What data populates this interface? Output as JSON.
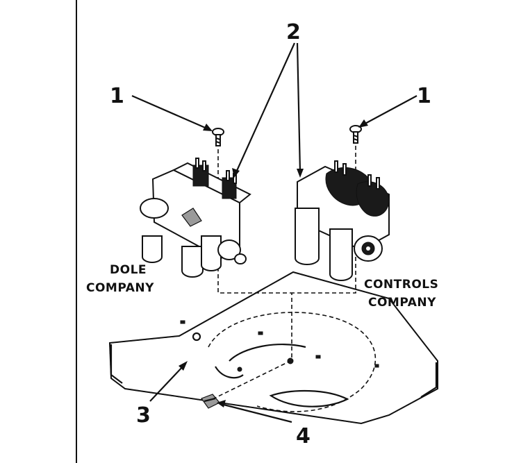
{
  "callouts": {
    "screw_left": "1",
    "screw_right": "1",
    "valves": "2",
    "bracket": "3",
    "clip": "4"
  },
  "vendors": {
    "left_line1": "DOLE",
    "left_line2": "COMPANY",
    "right_line1": "CONTROLS",
    "right_line2": "COMPANY"
  },
  "colors": {
    "ink": "#111111",
    "background": "#ffffff"
  }
}
